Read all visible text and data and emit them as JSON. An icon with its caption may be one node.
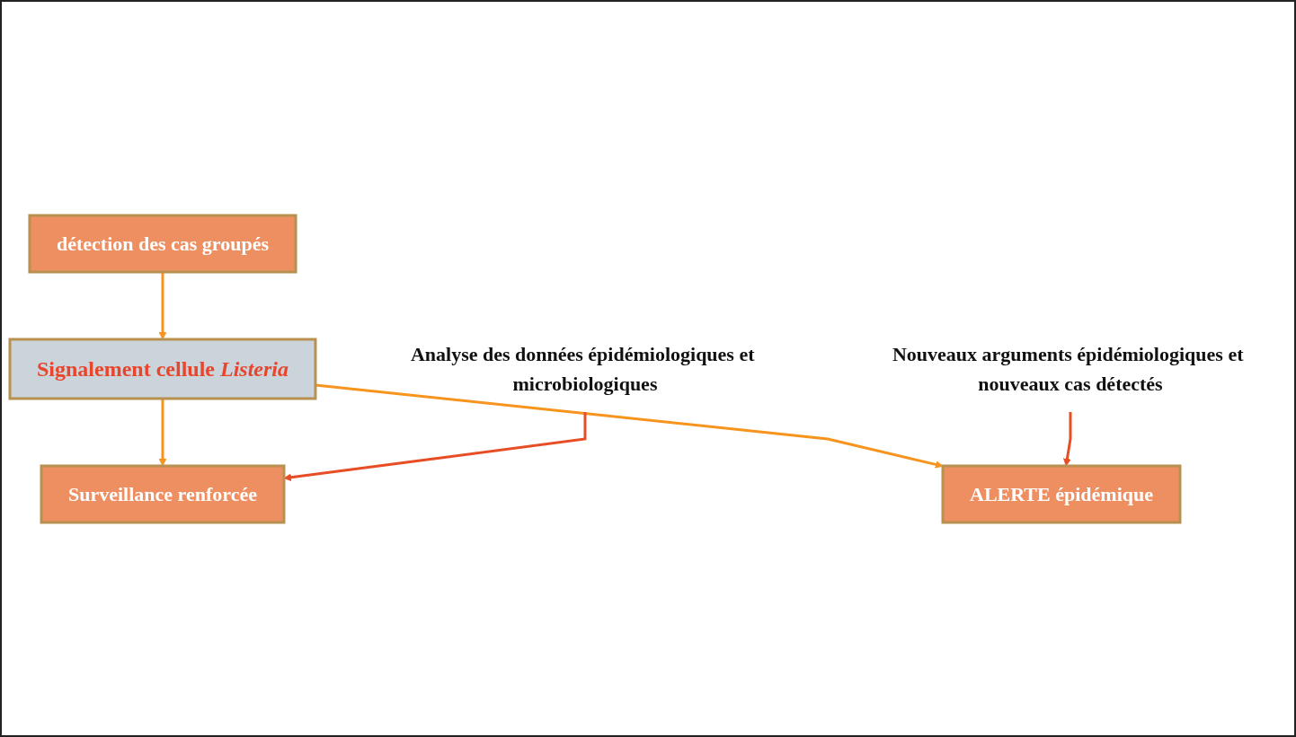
{
  "diagram": {
    "nodes": [
      {
        "text": [
          "détection des cas groupés"
        ]
      },
      {
        "text": [
          "Signalement cellule *Listeria*"
        ]
      },
      {
        "text": [
          "Surveillance renforcée"
        ]
      },
      {
        "text": [
          "ALERTE épidémique"
        ]
      },
      {
        "text": [
          "Analyse des données épidémiologiques et microbiologiques"
        ]
      },
      {
        "text": [
          "Nouveaux arguments épidémiologiques et nouveaux cas détectés"
        ]
      }
    ],
    "edges": [
      {
        "from": 0,
        "to": 1,
        "arrow": "to"
      },
      {
        "from": 1,
        "to": 2,
        "arrow": "to"
      },
      {
        "from": 1,
        "to": 3,
        "arrow": "to"
      },
      {
        "from": 4,
        "to": 2,
        "arrow": "to",
        "color": "#e84e25"
      },
      {
        "from": 5,
        "to": 3,
        "arrow": "to",
        "color": "#e84e25"
      }
    ]
  }
}
